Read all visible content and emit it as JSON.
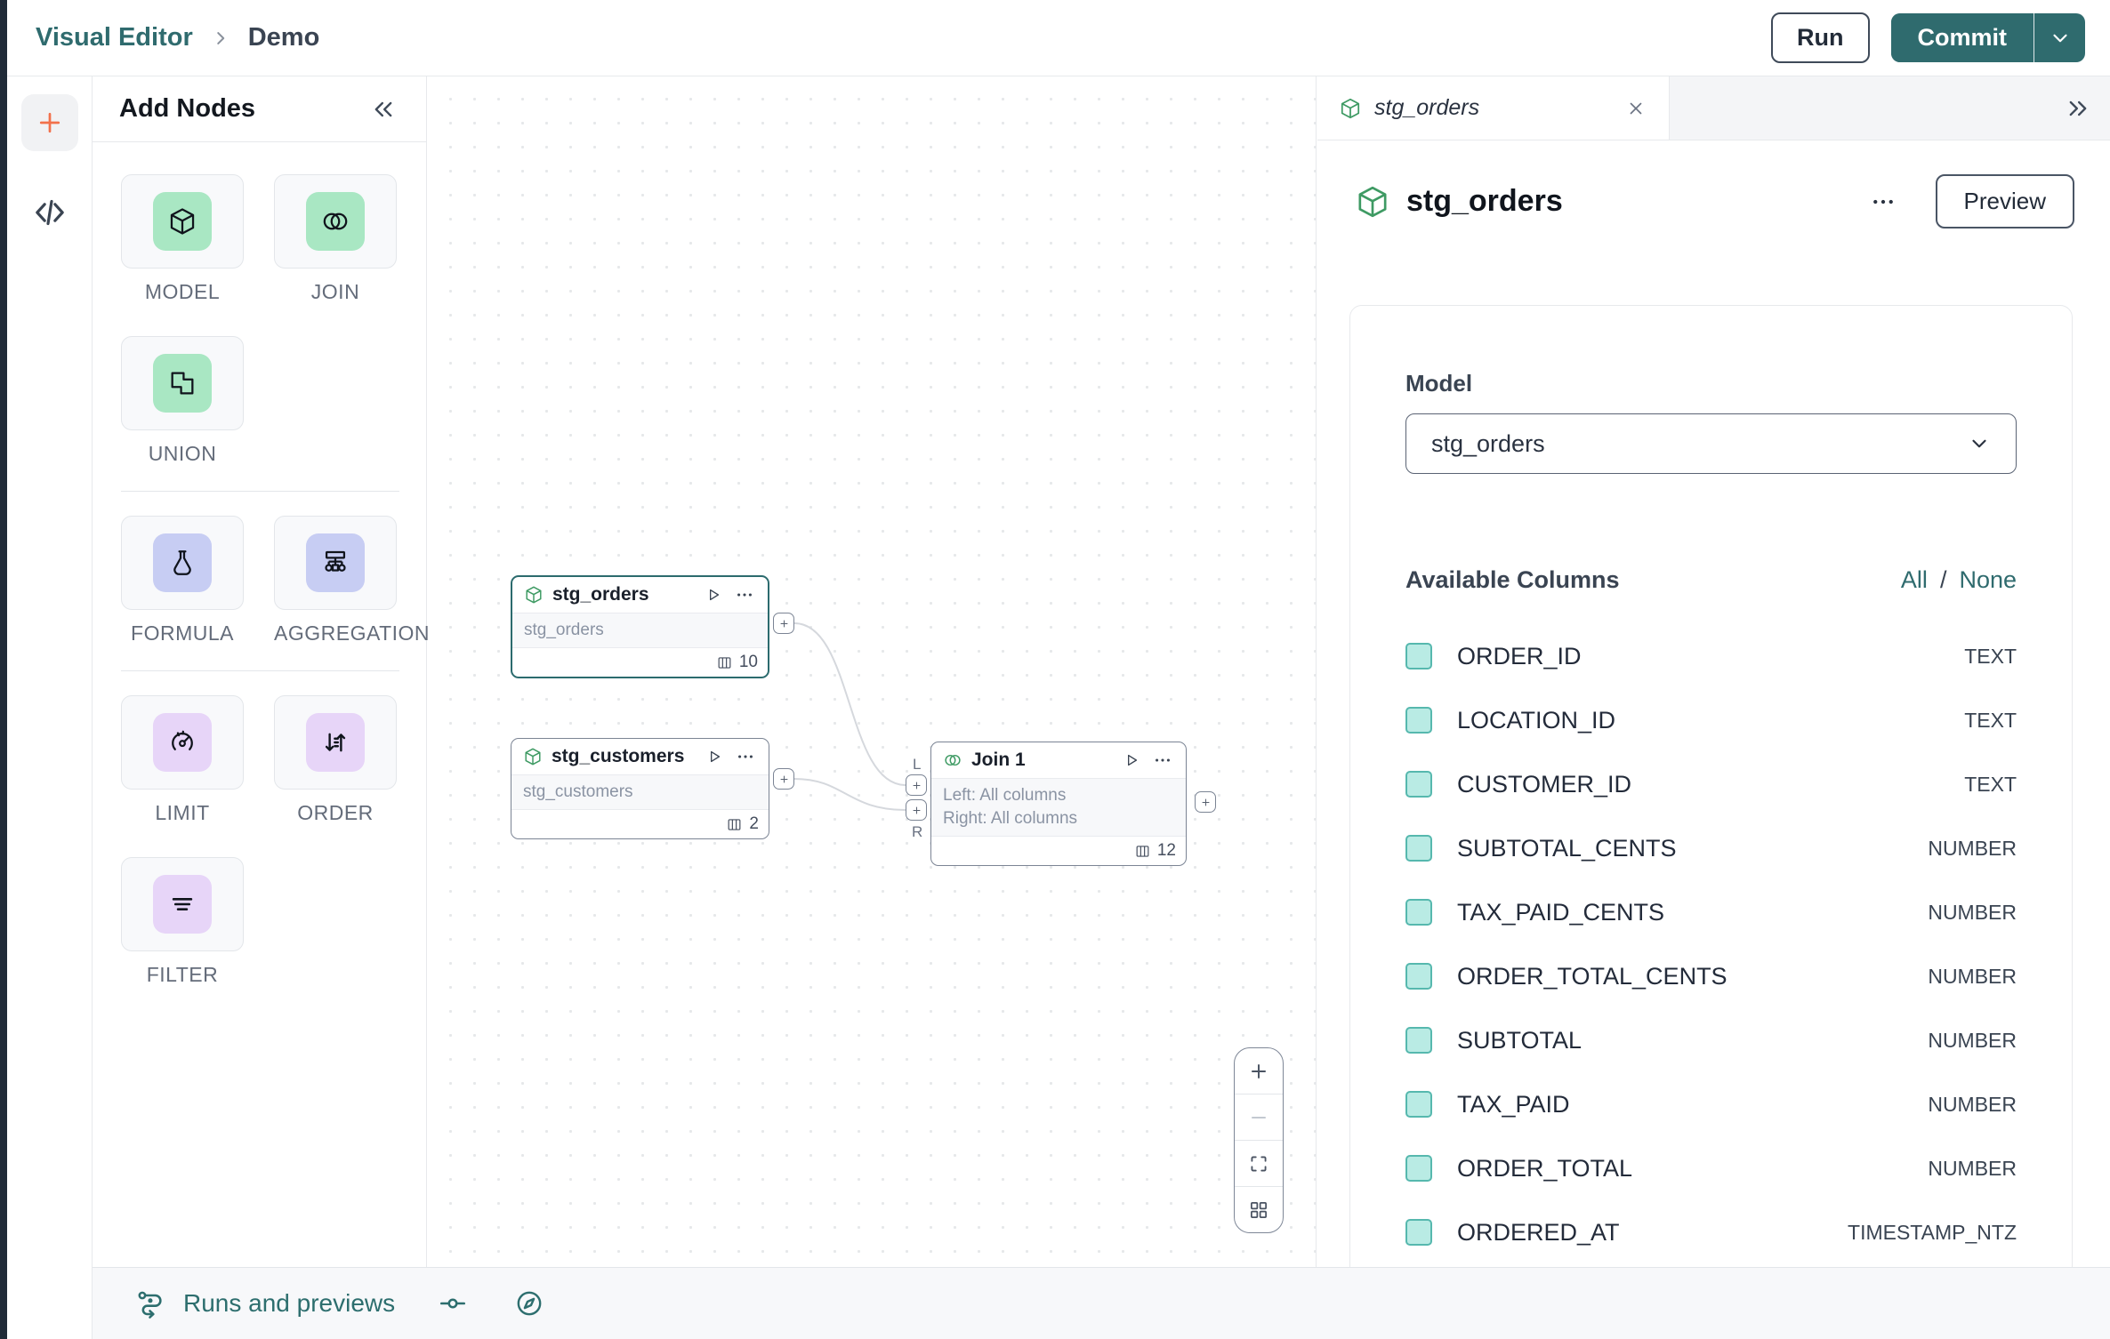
{
  "colors": {
    "brand_teal": "#2F6B6E",
    "node_green": "#A9E7C3",
    "node_lavender": "#C7CDF3",
    "node_purple": "#E7D5F8",
    "checkbox_fill": "#B9EBE4",
    "checkbox_border": "#56B8AE",
    "accent_orange": "#F2714B",
    "selected_node_border": "#2C6B6E"
  },
  "topbar": {
    "breadcrumb": [
      "Visual Editor",
      "Demo"
    ],
    "run_label": "Run",
    "commit_label": "Commit"
  },
  "add_nodes": {
    "title": "Add Nodes",
    "items": [
      {
        "label": "MODEL"
      },
      {
        "label": "JOIN"
      },
      {
        "label": "UNION"
      },
      {
        "label": "FORMULA"
      },
      {
        "label": "AGGREGATION"
      },
      {
        "label": "LIMIT"
      },
      {
        "label": "ORDER"
      },
      {
        "label": "FILTER"
      }
    ]
  },
  "canvas": {
    "nodes": {
      "stg_orders": {
        "title": "stg_orders",
        "subtitle": "stg_orders",
        "column_count": "10"
      },
      "stg_customers": {
        "title": "stg_customers",
        "subtitle": "stg_customers",
        "column_count": "2"
      },
      "join": {
        "title": "Join 1",
        "left_line": "Left: All columns",
        "right_line": "Right: All columns",
        "column_count": "12",
        "left_port_label": "L",
        "right_port_label": "R"
      }
    }
  },
  "inspector": {
    "tab_title": "stg_orders",
    "title": "stg_orders",
    "preview_label": "Preview",
    "model_label": "Model",
    "model_value": "stg_orders",
    "columns_header": "Available Columns",
    "select_all_label": "All",
    "select_none_label": "None",
    "columns": [
      {
        "name": "ORDER_ID",
        "type": "TEXT"
      },
      {
        "name": "LOCATION_ID",
        "type": "TEXT"
      },
      {
        "name": "CUSTOMER_ID",
        "type": "TEXT"
      },
      {
        "name": "SUBTOTAL_CENTS",
        "type": "NUMBER"
      },
      {
        "name": "TAX_PAID_CENTS",
        "type": "NUMBER"
      },
      {
        "name": "ORDER_TOTAL_CENTS",
        "type": "NUMBER"
      },
      {
        "name": "SUBTOTAL",
        "type": "NUMBER"
      },
      {
        "name": "TAX_PAID",
        "type": "NUMBER"
      },
      {
        "name": "ORDER_TOTAL",
        "type": "NUMBER"
      },
      {
        "name": "ORDERED_AT",
        "type": "TIMESTAMP_NTZ"
      }
    ]
  },
  "statusbar": {
    "runs_label": "Runs and previews"
  }
}
